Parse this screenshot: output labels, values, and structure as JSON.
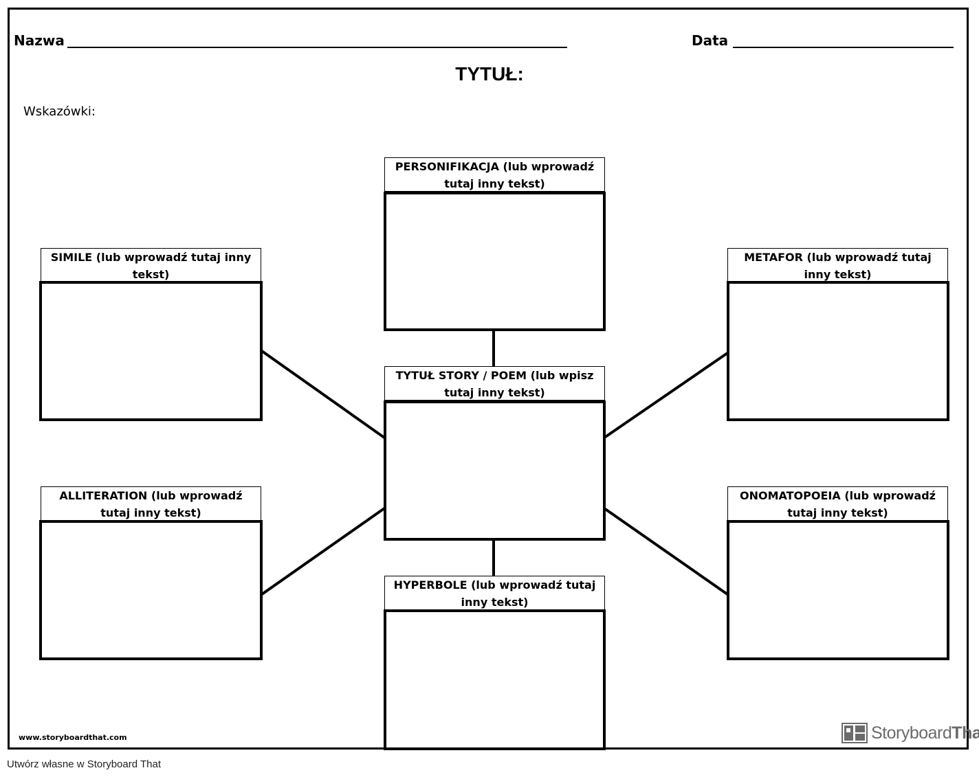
{
  "header": {
    "name_label": "Nazwa",
    "date_label": "Data",
    "title": "TYTUŁ:",
    "instructions_label": "Wskazówki:"
  },
  "cards": {
    "personification": "PERSONIFIKACJA (lub wprowadź tutaj inny tekst)",
    "simile": "SIMILE (lub wprowadź tutaj inny tekst)",
    "metaphor": "METAFOR (lub wprowadź tutaj inny tekst)",
    "center": "TYTUŁ STORY / POEM (lub wpisz tutaj inny tekst)",
    "alliteration": "ALLITERATION (lub wprowadź tutaj inny tekst)",
    "onomatopoeia": "ONOMATOPOEIA (lub wprowadź tutaj inny tekst)",
    "hyperbole": "HYPERBOLE (lub wprowadź tutaj inny tekst)"
  },
  "branding": {
    "site_url": "www.storyboardthat.com",
    "logo_word_1": "Storyboard",
    "logo_word_2": "That",
    "logo_icon": "storyboard-logo-icon",
    "footer_text": "Utwórz własne w Storyboard That"
  },
  "colors": {
    "border": "#000000",
    "logo_gray": "#6b6b6b"
  }
}
